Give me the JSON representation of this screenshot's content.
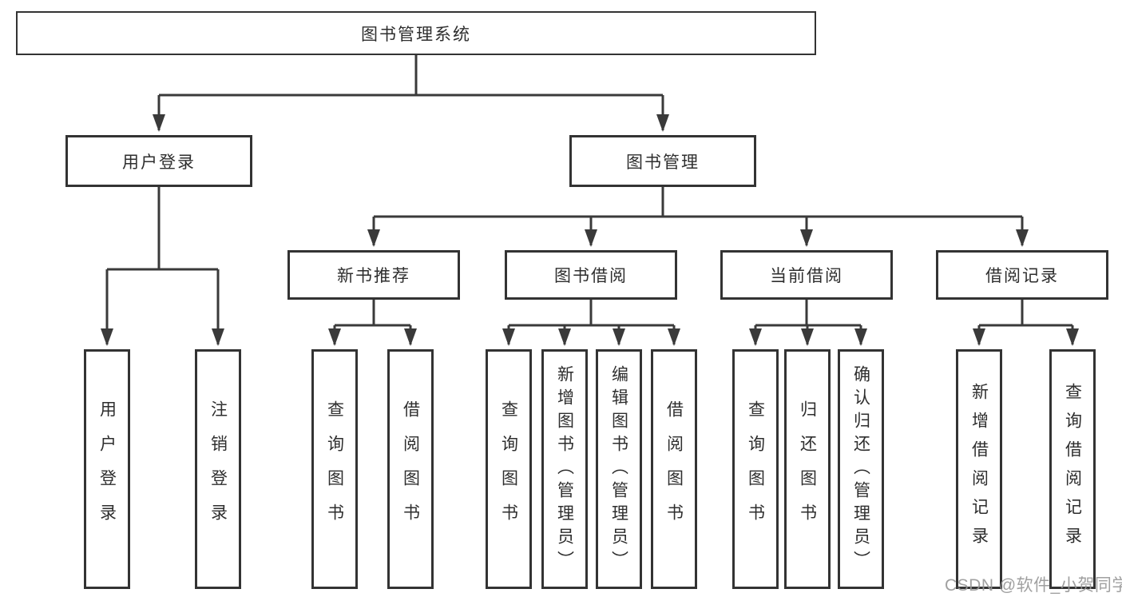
{
  "diagram": {
    "root": {
      "label": "图书管理系统",
      "children": [
        {
          "label": "用户登录",
          "children": [
            {
              "label": "用户登录"
            },
            {
              "label": "注销登录"
            }
          ]
        },
        {
          "label": "图书管理",
          "children": [
            {
              "label": "新书推荐",
              "children": [
                {
                  "label": "查询图书"
                },
                {
                  "label": "借阅图书"
                }
              ]
            },
            {
              "label": "图书借阅",
              "children": [
                {
                  "label": "查询图书"
                },
                {
                  "label": "新增图书（管理员）"
                },
                {
                  "label": "编辑图书（管理员）"
                },
                {
                  "label": "借阅图书"
                }
              ]
            },
            {
              "label": "当前借阅",
              "children": [
                {
                  "label": "查询图书"
                },
                {
                  "label": "归还图书"
                },
                {
                  "label": "确认归还（管理员）"
                }
              ]
            },
            {
              "label": "借阅记录",
              "children": [
                {
                  "label": "新增借阅记录"
                },
                {
                  "label": "查询借阅记录"
                }
              ]
            }
          ]
        }
      ]
    },
    "colors": {
      "line": "#3a3a3a",
      "box_border": "#333333",
      "text": "#2e2e2e",
      "watermark": "#969696",
      "background": "#ffffff"
    }
  },
  "watermark": "CSDN @软件_小贺同学"
}
